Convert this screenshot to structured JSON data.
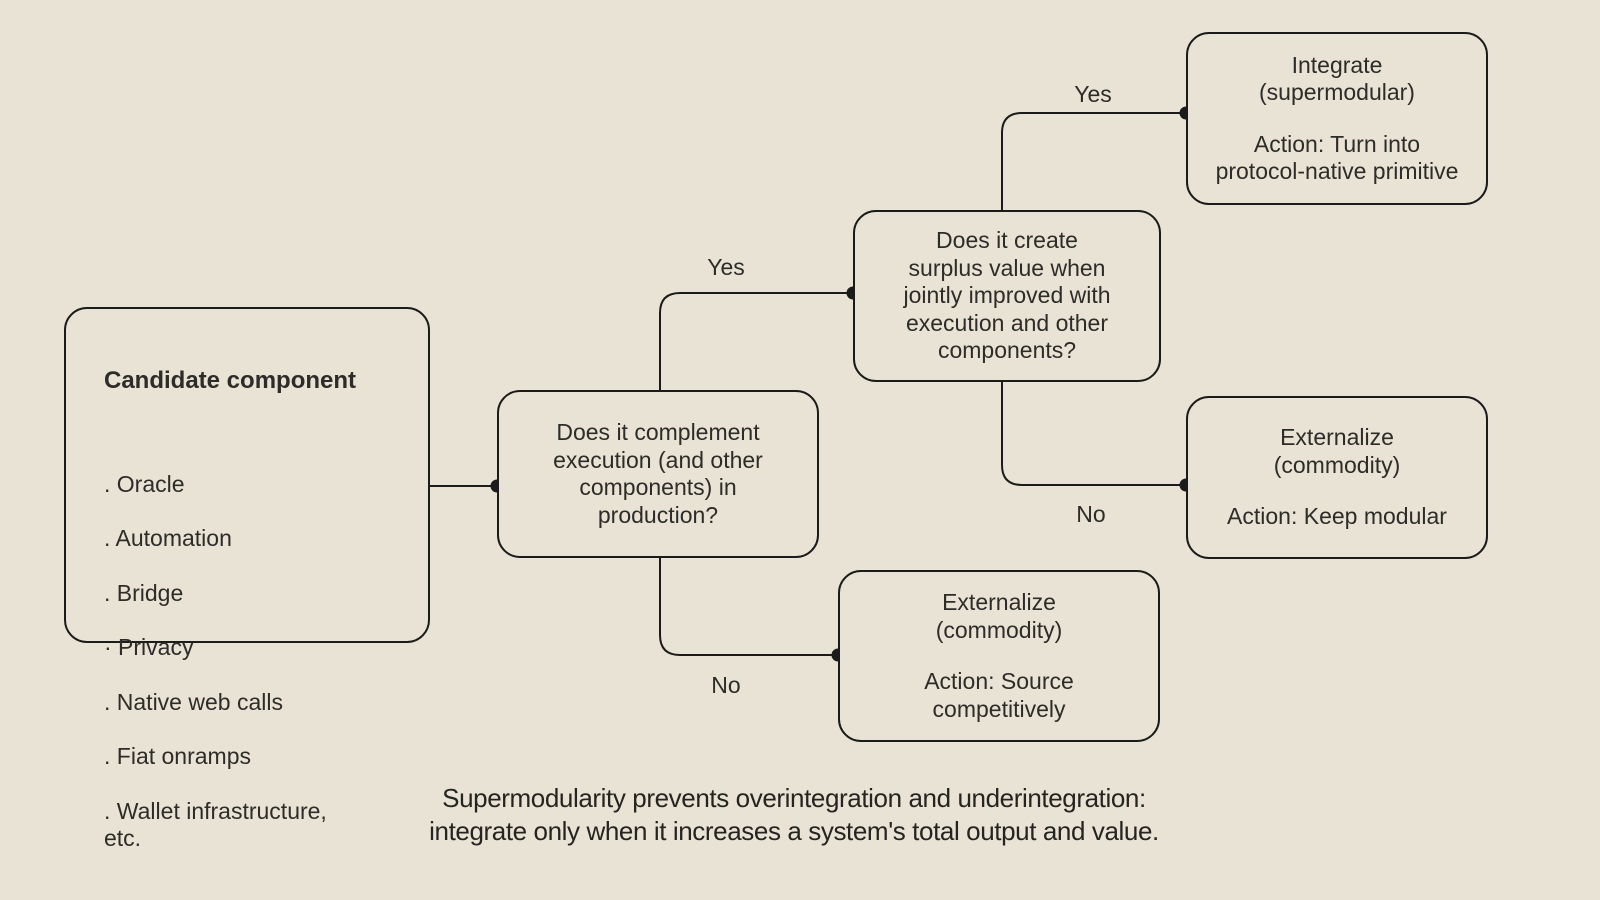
{
  "diagram": {
    "background_color": "#e8e3d5",
    "line_color": "#1b1b1b",
    "text_color": "#2e2c28"
  },
  "nodes": {
    "candidate": {
      "title": "Candidate component",
      "items": [
        ". Oracle",
        ". Automation",
        ". Bridge",
        "· Privacy",
        ". Native web calls",
        ". Fiat onramps",
        ". Wallet infrastructure,\netc."
      ]
    },
    "q_complement": {
      "text": "Does it complement\nexecution (and other\ncomponents) in\nproduction?"
    },
    "q_surplus": {
      "text": "Does it create\nsurplus value when\njointly improved with\nexecution and other\ncomponents?"
    },
    "integrate": {
      "title": "Integrate\n(supermodular)",
      "action": "Action: Turn into\nprotocol-native primitive"
    },
    "externalize_modular": {
      "title": "Externalize\n(commodity)",
      "action": "Action: Keep modular"
    },
    "externalize_source": {
      "title": "Externalize\n(commodity)",
      "action": "Action: Source\ncompetitively"
    }
  },
  "edge_labels": {
    "yes_complement": "Yes",
    "no_complement": "No",
    "yes_surplus": "Yes",
    "no_surplus": "No"
  },
  "caption": "Supermodularity prevents overintegration and underintegration:\nintegrate only when it increases a system's total output and value."
}
